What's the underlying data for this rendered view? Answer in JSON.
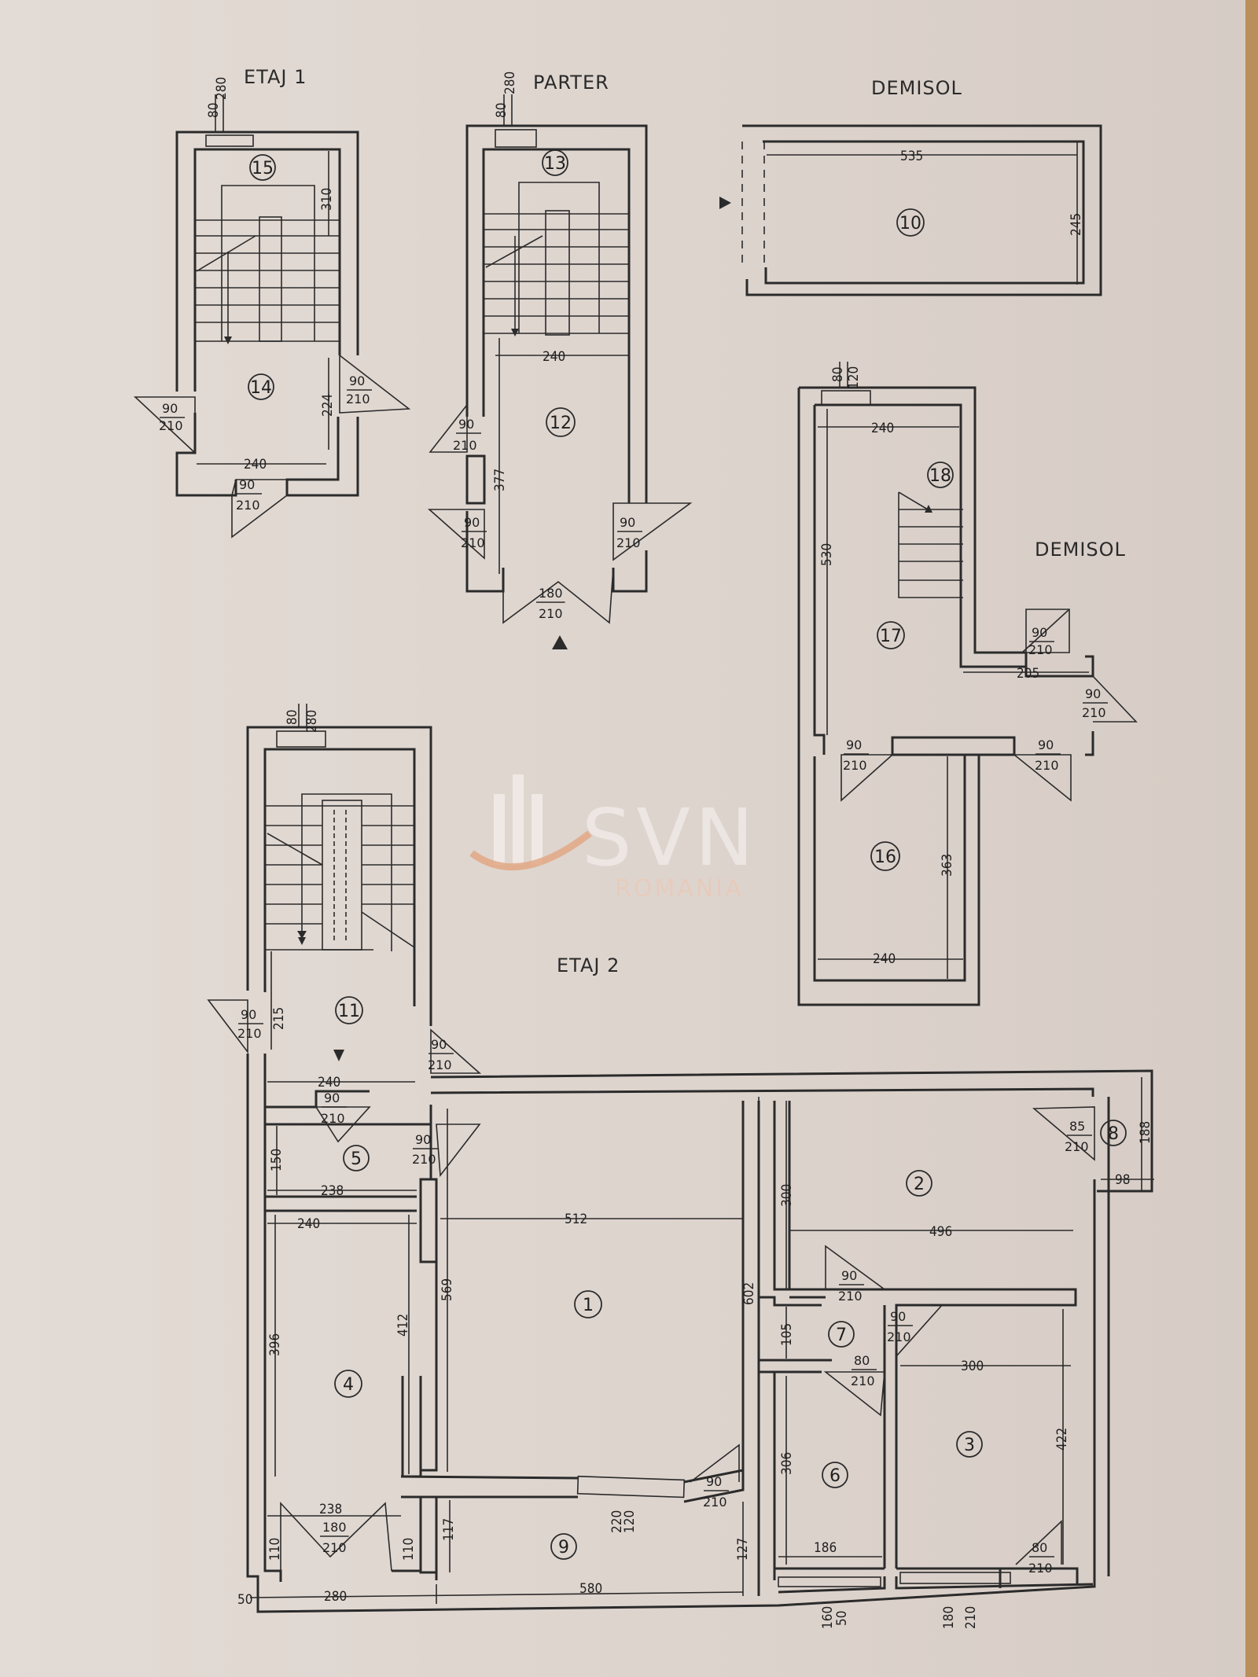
{
  "floors": {
    "etaj1": "ETAJ 1",
    "parter": "PARTER",
    "demisol_top": "DEMISOL",
    "demisol_right": "DEMISOL",
    "etaj2": "ETAJ 2"
  },
  "watermark": {
    "brand": "SVN",
    "sub": "ROMANIA"
  },
  "rooms": {
    "r1": "1",
    "r2": "2",
    "r3": "3",
    "r4": "4",
    "r5": "5",
    "r6": "6",
    "r7": "7",
    "r8": "8",
    "r9": "9",
    "r10": "10",
    "r11": "11",
    "r12": "12",
    "r13": "13",
    "r14": "14",
    "r15": "15",
    "r16": "16",
    "r17": "17",
    "r18": "18"
  },
  "dimensions": {
    "e1_80": "80",
    "e1_280": "280",
    "e1_310": "310",
    "e1_224": "224",
    "e1_240": "240",
    "p_80": "80",
    "p_280": "280",
    "p_240": "240",
    "p_377": "377",
    "d_535": "535",
    "d_245": "245",
    "dr_80": "80",
    "dr_120": "120",
    "dr_240a": "240",
    "dr_530": "530",
    "dr_205": "205",
    "dr_363": "363",
    "dr_240b": "240",
    "e2_80": "80",
    "e2_280": "280",
    "e2_215": "215",
    "e2_240a": "240",
    "e2_150": "150",
    "e2_238a": "238",
    "e2_240b": "240",
    "e2_512": "512",
    "e2_569": "569",
    "e2_602": "602",
    "e2_396": "396",
    "e2_412": "412",
    "e2_300a": "300",
    "e2_496": "496",
    "e2_188": "188",
    "e2_98": "98",
    "e2_105": "105",
    "e2_300b": "300",
    "e2_422": "422",
    "e2_306": "306",
    "e2_186": "186",
    "e2_238b": "238",
    "e2_110a": "110",
    "e2_110b": "110",
    "e2_117": "117",
    "e2_127": "127",
    "e2_220": "220",
    "e2_120": "120",
    "e2_50a": "50",
    "e2_280b": "280",
    "e2_580": "580",
    "e2_160": "160",
    "e2_50b": "50",
    "e2_180": "180",
    "e2_210": "210"
  },
  "doors": {
    "e1_left": [
      "90",
      "210"
    ],
    "e1_right": [
      "90",
      "210"
    ],
    "e1_bottom": [
      "90",
      "210"
    ],
    "p_left": [
      "90",
      "210"
    ],
    "p_bl": [
      "90",
      "210"
    ],
    "p_br": [
      "90",
      "210"
    ],
    "p_main": [
      "180",
      "210"
    ],
    "dr_a": [
      "90",
      "210"
    ],
    "dr_b": [
      "90",
      "210"
    ],
    "dr_c": [
      "90",
      "210"
    ],
    "dr_d": [
      "90",
      "210"
    ],
    "e2_11l": [
      "90",
      "210"
    ],
    "e2_11r": [
      "90",
      "210"
    ],
    "e2_5a": [
      "90",
      "210"
    ],
    "e2_5b": [
      "90",
      "210"
    ],
    "e2_8": [
      "85",
      "210"
    ],
    "e2_7a": [
      "90",
      "210"
    ],
    "e2_7b": [
      "90",
      "210"
    ],
    "e2_6": [
      "80",
      "210"
    ],
    "e2_1": [
      "90",
      "210"
    ],
    "e2_4": [
      "180",
      "210"
    ],
    "e2_3": [
      "80",
      "210"
    ]
  }
}
